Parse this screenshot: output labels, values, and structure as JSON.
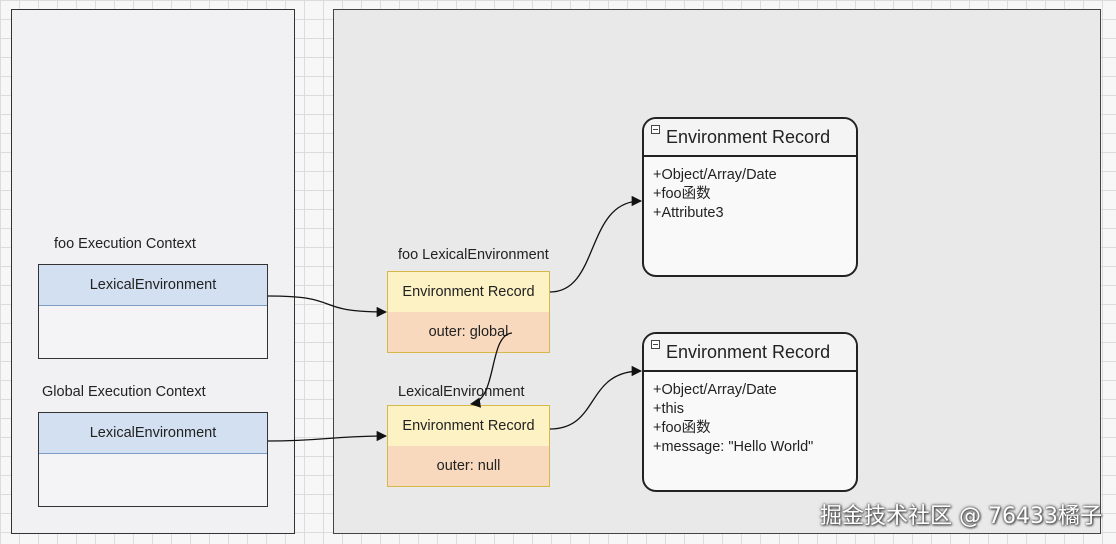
{
  "stack": {
    "foo_context": {
      "title": "foo Execution Context",
      "lexical_env_label": "LexicalEnvironment"
    },
    "global_context": {
      "title": "Global Execution Context",
      "lexical_env_label": "LexicalEnvironment"
    }
  },
  "heap": {
    "foo_lexical_env": {
      "title": "foo LexicalEnvironment",
      "env_record_label": "Environment Record",
      "outer_label": "outer: global"
    },
    "global_lexical_env": {
      "title": "LexicalEnvironment",
      "env_record_label": "Environment Record",
      "outer_label": "outer: null"
    },
    "foo_env_record": {
      "title": "Environment Record",
      "items": [
        "+Object/Array/Date",
        "+foo函数",
        "+Attribute3"
      ]
    },
    "global_env_record": {
      "title": "Environment Record",
      "items": [
        "+Object/Array/Date",
        "+this",
        "+foo函数",
        "+message: \"Hello World\""
      ]
    }
  },
  "watermark": "掘金技术社区 @ 76433橘子"
}
